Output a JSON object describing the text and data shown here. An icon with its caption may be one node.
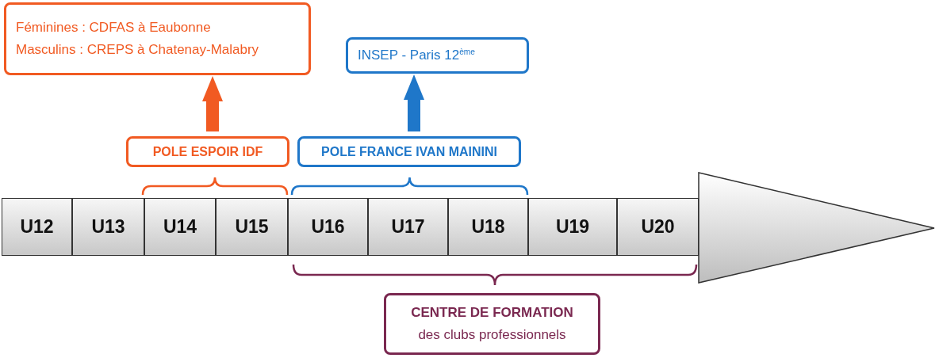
{
  "diagram": {
    "nodes": [
      {
        "text": [
          "Féminines : CDFAS à Eaubonne",
          "Masculins : CREPS à Chatenay-Malabry"
        ]
      },
      {
        "text": [
          "INSEP - Paris 12$^{ème}$"
        ]
      },
      {
        "text": [
          "POLE ESPOIR IDF"
        ]
      },
      {
        "text": [
          "POLE FRANCE IVAN MAININI"
        ]
      },
      {
        "text": [
          "U12"
        ]
      },
      {
        "text": [
          "U13"
        ]
      },
      {
        "text": [
          "U14"
        ]
      },
      {
        "text": [
          "U15"
        ]
      },
      {
        "text": [
          "U16"
        ]
      },
      {
        "text": [
          "U17"
        ]
      },
      {
        "text": [
          "U18"
        ]
      },
      {
        "text": [
          "U19"
        ]
      },
      {
        "text": [
          "U20"
        ]
      },
      {
        "text": [
          "CENTRE DE FORMATION",
          "des clubs professionnels"
        ]
      }
    ],
    "edges": [
      {
        "from": 2,
        "to": 0,
        "arrow": "to",
        "color": "#f15a22"
      },
      {
        "from": 3,
        "to": 1,
        "arrow": "to",
        "color": "#1f77c9"
      }
    ]
  }
}
